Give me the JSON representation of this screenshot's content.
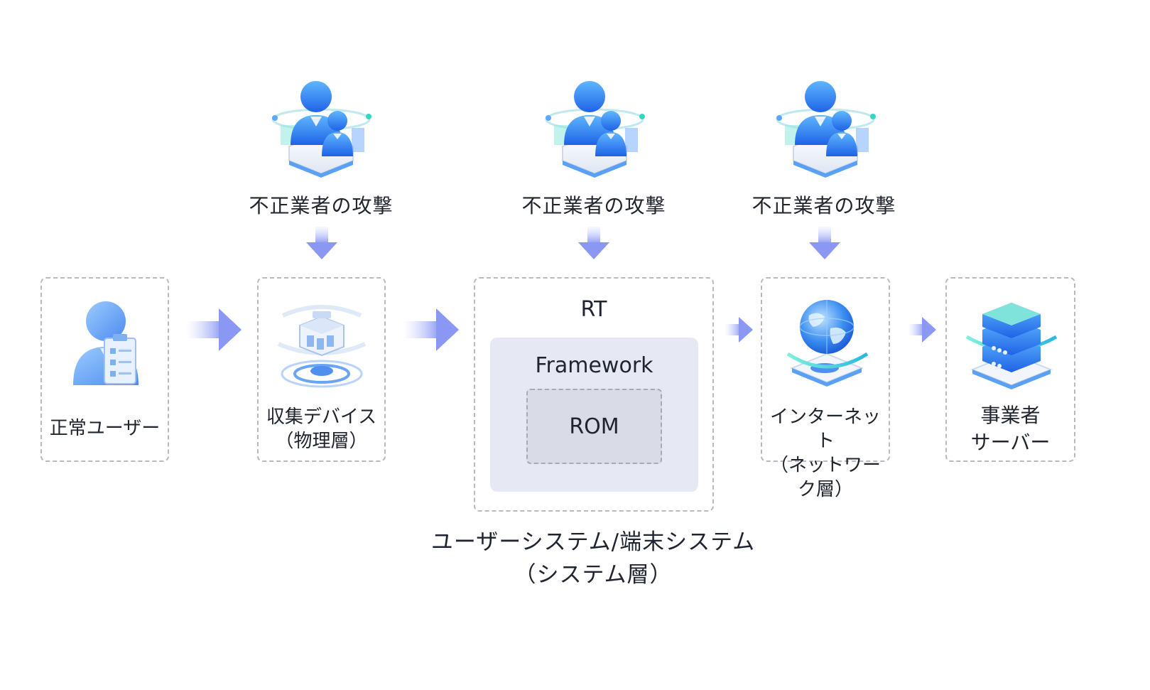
{
  "attackers": [
    {
      "label": "不正業者の攻撃",
      "icon": "attacker-group-icon"
    },
    {
      "label": "不正業者の攻撃",
      "icon": "attacker-group-icon"
    },
    {
      "label": "不正業者の攻撃",
      "icon": "attacker-group-icon"
    }
  ],
  "nodes": {
    "normal_user": {
      "label": "正常ユーザー",
      "icon": "user-document-icon"
    },
    "collector": {
      "label": "収集デバイス\n（物理層）",
      "icon": "device-hologram-icon"
    },
    "internet": {
      "label": "インターネット\n（ネットワーク層）",
      "icon": "globe-icon"
    },
    "server": {
      "label": "事業者\nサーバー",
      "icon": "server-stack-icon"
    }
  },
  "system": {
    "rt_label": "RT",
    "framework_label": "Framework",
    "rom_label": "ROM",
    "caption": "ユーザーシステム/端末システム\n（システム層）"
  },
  "colors": {
    "accent_blue": "#2f7ef0",
    "arrow_blue": "#8c9cf4",
    "panel_bg": "#e6e9f4",
    "rom_bg": "#d9dce7",
    "dash_border": "#b7bac2",
    "teal": "#35d6c4"
  }
}
